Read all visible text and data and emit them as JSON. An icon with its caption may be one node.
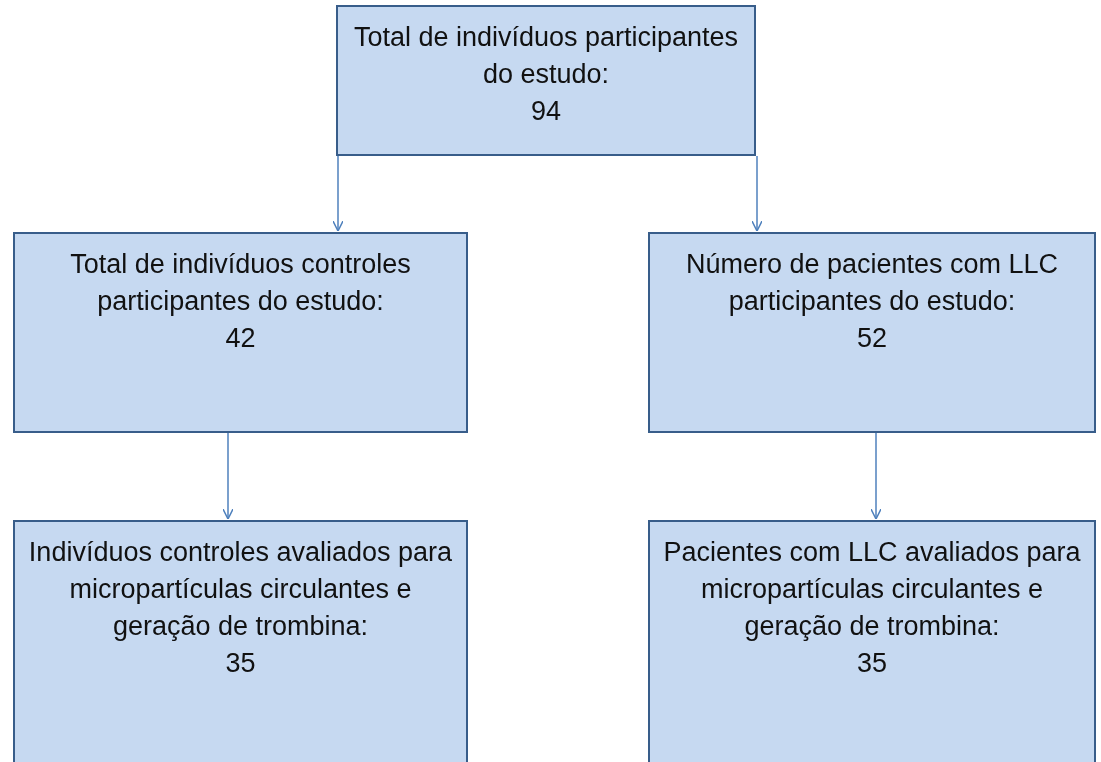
{
  "diagram": {
    "nodes": [
      {
        "text": [
          "Total de indivíduos participantes do estudo:",
          "94"
        ]
      },
      {
        "text": [
          "Total de indivíduos controles participantes do estudo:",
          "42"
        ]
      },
      {
        "text": [
          "Número de pacientes com LLC participantes do estudo:",
          "52"
        ]
      },
      {
        "text": [
          "Indivíduos controles avaliados para micropartículas circulantes e geração de trombina:",
          "35"
        ]
      },
      {
        "text": [
          "Pacientes com LLC avaliados para micropartículas circulantes e geração de trombina:",
          "35"
        ]
      }
    ],
    "edges": [
      {
        "from": 0,
        "to": 1,
        "arrow": "to"
      },
      {
        "from": 0,
        "to": 2,
        "arrow": "to"
      },
      {
        "from": 1,
        "to": 3,
        "arrow": "to"
      },
      {
        "from": 2,
        "to": 4,
        "arrow": "to"
      }
    ]
  }
}
